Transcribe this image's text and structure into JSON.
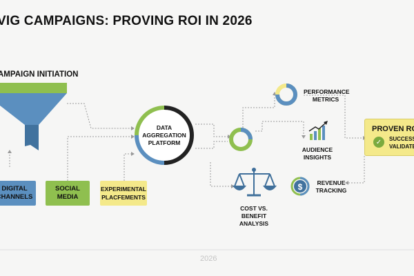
{
  "title": "VIG CAMPAIGNS: PROVING ROI IN 2026",
  "stage": {
    "label": "AMPAIGN INITIATION"
  },
  "channels": [
    {
      "name": "digital-channels-box",
      "label": "DIGITAL CHANNELS",
      "color": "#5b8fbf"
    },
    {
      "name": "social-media-box",
      "label": "SOCIAL MEDIA",
      "color": "#8fbf4f"
    },
    {
      "name": "experimental-placements-box",
      "label": "EXPERIMENTAL PLACFEMENTS",
      "color": "#f4e98a"
    }
  ],
  "hub": {
    "label": "DATA AGGREGATION PLATFORM"
  },
  "outputs": {
    "performance": "PERFORMANCE METRICS",
    "audience": "AUDIENCE INSIGHTS",
    "revenue": "REVENUE TRACKING",
    "cost": "COST VS. BENEFIT ANALYSIS",
    "revenue_symbol": "$"
  },
  "result": {
    "title": "PROVEN ROI",
    "sub_line1": "SUCCESS",
    "sub_line2": "VALIDATED",
    "check": "✓"
  },
  "timeline": {
    "year": "2026"
  },
  "colors": {
    "green": "#8fbf4f",
    "blue": "#5b8fbf",
    "dark_blue": "#41729e",
    "yellow": "#f4e98a",
    "dark": "#222222",
    "scale": "#3f6f9a"
  }
}
